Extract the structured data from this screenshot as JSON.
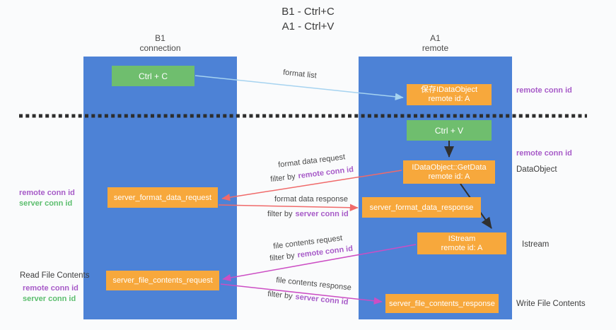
{
  "title": {
    "line1": "B1 - Ctrl+C",
    "line2": "A1 - Ctrl+V"
  },
  "lanes": {
    "left": {
      "name": "B1",
      "role": "connection"
    },
    "right": {
      "name": "A1",
      "role": "remote"
    }
  },
  "nodes": {
    "ctrl_c": {
      "label": "Ctrl + C"
    },
    "ctrl_v": {
      "label": "Ctrl + V"
    },
    "save_idataobject": {
      "line1": "保存IDataObject",
      "line2": "remote id: A"
    },
    "getdata": {
      "line1": "IDataObject::GetData",
      "line2": "remote id: A"
    },
    "istream": {
      "line1": "IStream",
      "line2": "remote id: A"
    },
    "format_request": {
      "label": "server_format_data_request"
    },
    "format_response": {
      "label": "server_format_data_response"
    },
    "file_request": {
      "label": "server_file_contents_request"
    },
    "file_response": {
      "label": "server_file_contents_response"
    }
  },
  "annotations": {
    "format_list": "format list",
    "format_data_request": "format data request",
    "format_data_response": "format data response",
    "file_contents_request": "file contents request",
    "file_contents_response": "file contents response",
    "filter_by": "filter by",
    "remote_conn_id": "remote conn id",
    "server_conn_id": "server conn id",
    "dataobject": "DataObject",
    "istream": "Istream",
    "read_file_contents": "Read File Contents",
    "write_file_contents": "Write File Contents"
  },
  "colors": {
    "lane_blue": "#4D82D6",
    "box_green": "#6FBE6E",
    "box_orange": "#F7A83C",
    "arrow_blue": "#A6D3F0",
    "arrow_red": "#F06A6A",
    "arrow_magenta": "#CC4EC4",
    "arrow_black": "#303030",
    "text_purple": "#A75BC8",
    "text_green": "#5CBE6E"
  }
}
